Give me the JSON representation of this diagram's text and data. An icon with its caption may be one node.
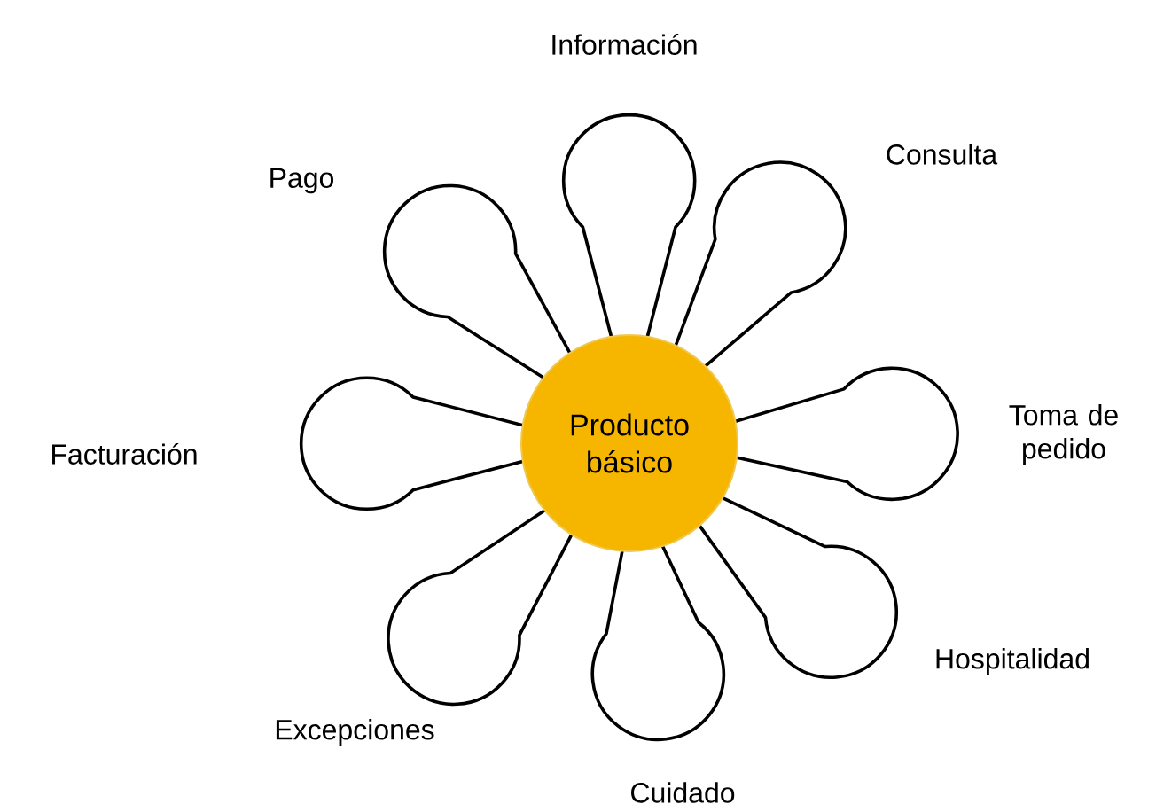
{
  "diagram": {
    "nodes": [
      {
        "text": [
          "Producto básico"
        ]
      },
      {
        "text": [
          "Información"
        ]
      },
      {
        "text": [
          "Consulta"
        ]
      },
      {
        "text": [
          "Toma de pedido"
        ]
      },
      {
        "text": [
          "Hospitalidad"
        ]
      },
      {
        "text": [
          "Cuidado"
        ]
      },
      {
        "text": [
          "Excepciones"
        ]
      },
      {
        "text": [
          "Facturación"
        ]
      },
      {
        "text": [
          "Pago"
        ]
      }
    ]
  }
}
